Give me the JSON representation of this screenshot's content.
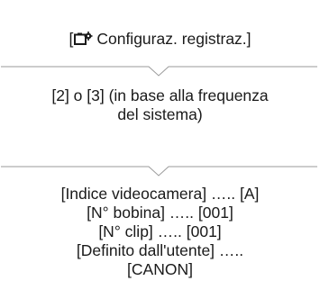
{
  "steps": [
    {
      "open_bracket": "[",
      "icon": "camera-settings-icon",
      "label": "Configuraz. registraz.]"
    },
    {
      "lines": [
        "[2] o [3] (in base alla frequenza",
        "del sistema)"
      ]
    },
    {
      "lines": [
        "[Indice videocamera] ….. [A]",
        "[N° bobina] ….. [001]",
        "[N° clip] ….. [001]",
        "[Definito dall'utente] …..",
        "[CANON]"
      ]
    }
  ],
  "colors": {
    "text": "#1a1a1a",
    "divider": "#9a9a9a",
    "background": "#ffffff"
  }
}
